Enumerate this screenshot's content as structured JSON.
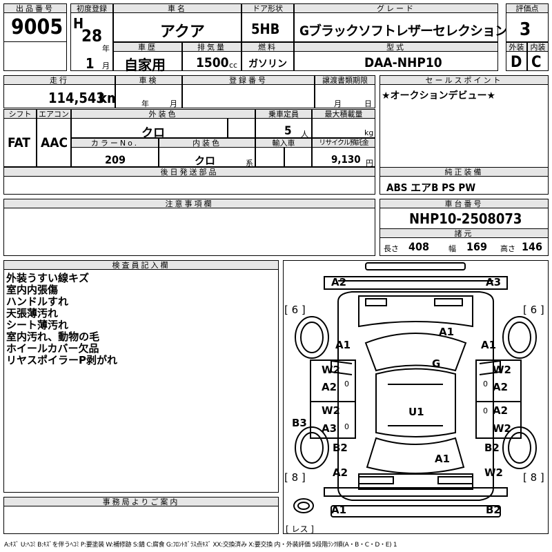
{
  "header": {
    "lot_label": "出品番号",
    "lot_value": "9005",
    "first_reg_label": "初度登録",
    "era_prefix": "H",
    "reg_year": "28",
    "year_unit": "年",
    "reg_month": "1",
    "month_unit": "月",
    "name_label": "車名",
    "name_value": "アクア",
    "door_label": "ドア形状",
    "door_value": "5HB",
    "grade_label": "グレード",
    "grade_value": "Gブラックソフトレザーセレクション",
    "score_label": "評価点",
    "score_value": "3",
    "history_label": "車歴",
    "history_value": "自家用",
    "displacement_label": "排気量",
    "displacement_value": "1500",
    "displacement_unit": "cc",
    "fuel_label": "燃料",
    "fuel_value": "ガソリン",
    "model_label": "型式",
    "model_value": "DAA-NHP10",
    "exterior_label": "外装",
    "exterior_value": "D",
    "interior_label": "内装",
    "interior_value": "C"
  },
  "row2": {
    "mileage_label": "走行",
    "mileage_value": "114,543",
    "mileage_unit": "km",
    "inspection_label": "車検",
    "year_unit": "年",
    "month_unit": "月",
    "plate_label": "登録番号",
    "transfer_label": "譲渡書類期限",
    "transfer_month": "月",
    "transfer_day": "日",
    "sales_point_label": "セールスポイント",
    "sales_point_value": "★オークションデビュー★"
  },
  "row3": {
    "shift_label": "シフト",
    "shift_value": "FAT",
    "ac_label": "エアコン",
    "ac_value": "AAC",
    "exterior_color_label": "外装色",
    "exterior_color_value": "クロ",
    "capacity_label": "乗車定員",
    "capacity_value": "5",
    "capacity_unit": "人",
    "load_label": "最大積載量",
    "load_unit": "kg",
    "color_no_label": "カラーNo.",
    "color_no_value": "209",
    "interior_color_label": "内装色",
    "interior_color_value": "クロ",
    "interior_color_unit": "系",
    "import_label": "輸入車",
    "recycle_label": "リサイクル預託金",
    "recycle_value": "9,130",
    "recycle_unit": "円",
    "later_parts_label": "後日発送部品",
    "equipment_label": "純正装備",
    "equipment_value": "ABS エアB PS PW"
  },
  "notes_section": {
    "label": "注意事項欄"
  },
  "chassis": {
    "label": "車台番号",
    "value": "NHP10-2508073",
    "spec_label": "諸元",
    "length_label": "長さ",
    "length_value": "408",
    "width_label": "幅",
    "width_value": "169",
    "height_label": "高さ",
    "height_value": "146"
  },
  "inspector": {
    "label": "検査員記入欄",
    "notes": [
      "外装うすい線キズ",
      "室内内張傷",
      "ハンドルすれ",
      "天張薄汚れ",
      "シート薄汚れ",
      "室内汚れ、動物の毛",
      "ホイールカバー欠品",
      "リヤスポイラーP剥がれ"
    ]
  },
  "office": {
    "label": "事務局よりご案内"
  },
  "footer": {
    "legend": "A:ｷｽﾞ U:ﾍｺﾐ B:ｷｽﾞを伴うﾍｺﾐ P:要塗装 W:補修跡 S:錆 C:腐食 G:ﾌﾛﾝﾄｶﾞﾗｽ点ｷｽﾞ XX:交換済み X:要交換 内・外装評価 5段階ﾗﾝｸ順(A・B・C・D・E) 1"
  },
  "diagram": {
    "labels": {
      "front_left": "A2",
      "front_right": "A3",
      "tire_fl": "[ 6 ]",
      "tire_fr": "[ 6 ]",
      "hood": "A1",
      "fender_left": "A1",
      "fender_right": "A1",
      "windshield": "G",
      "door_fl_a": "W2",
      "door_fl_b": "A2",
      "door_fr_a": "W2",
      "door_fr_b": "A2",
      "door_rl_a": "W2",
      "door_rl_b": "A3",
      "door_rr_a": "A2",
      "door_rr_b": "W2",
      "roof": "U1",
      "rocker_left": "B3",
      "quarter_left": "B2",
      "quarter_right": "B2",
      "trunk": "A1",
      "quarter_left_low": "A2",
      "quarter_right_low": "W2",
      "tire_rl": "[ 8 ]",
      "tire_rr": "[ 8 ]",
      "rear_left": "A1",
      "rear_right": "B2",
      "spare": "[ レス ]"
    },
    "zero_marks": [
      "0",
      "0",
      "0",
      "0"
    ]
  }
}
